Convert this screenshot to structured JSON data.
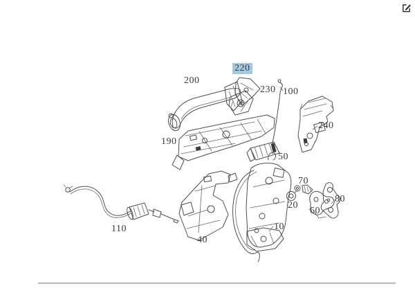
{
  "window": {
    "edit_button": {
      "icon": "edit-square-icon"
    }
  },
  "diagram": {
    "type": "exploded-parts-diagram",
    "highlight_color": "#a5c8da",
    "highlight_style": "background-color:#a5c8da;",
    "line_color": "#4d4d4d",
    "divider_color": "#b0b0b0",
    "labels": [
      {
        "text": "220",
        "highlighted": true
      },
      {
        "text": "200",
        "highlighted": false
      },
      {
        "text": "230",
        "highlighted": false
      },
      {
        "text": "100",
        "highlighted": false
      },
      {
        "text": "240",
        "highlighted": false
      },
      {
        "text": "190",
        "highlighted": false
      },
      {
        "text": "50",
        "highlighted": false
      },
      {
        "text": "70",
        "highlighted": false
      },
      {
        "text": "20",
        "highlighted": false
      },
      {
        "text": "60",
        "highlighted": false
      },
      {
        "text": "80",
        "highlighted": false
      },
      {
        "text": "110",
        "highlighted": false
      },
      {
        "text": "40",
        "highlighted": false
      },
      {
        "text": "10",
        "highlighted": false
      }
    ]
  }
}
